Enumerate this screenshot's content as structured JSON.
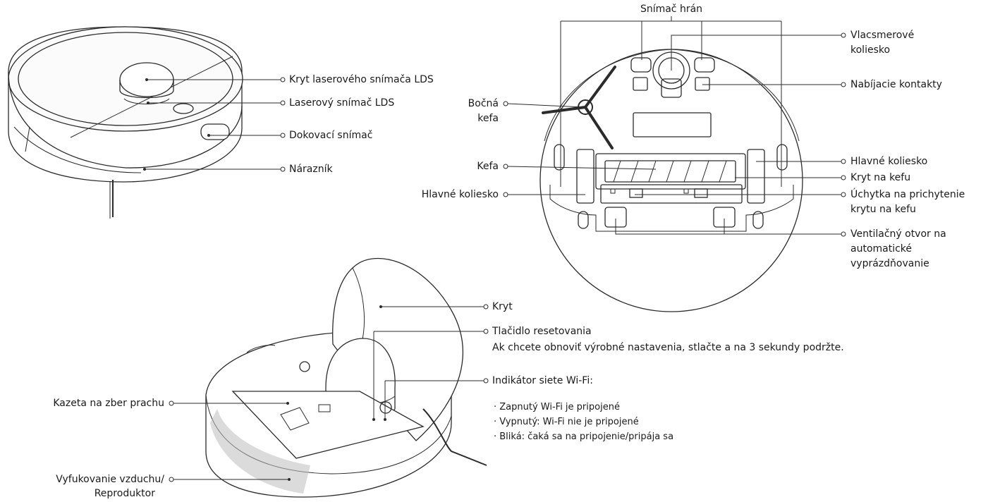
{
  "top_robot": {
    "labels": {
      "lds_cover": "Kryt laserového snímača LDS",
      "lds_sensor": "Laserový snímač LDS",
      "dock_sensor": "Dokovací snímač",
      "bumper": "Nárazník"
    }
  },
  "bottom_robot": {
    "labels": {
      "edge_sensor": "Snímač hrán",
      "omni_wheel_1": "Vlacsmerové",
      "omni_wheel_2": "koliesko",
      "charging_contacts": "Nabíjacie kontakty",
      "side_brush_1": "Bočná",
      "side_brush_2": "kefa",
      "main_wheel_right": "Hlavné koliesko",
      "brush": "Kefa",
      "brush_cover": "Kryt na kefu",
      "main_wheel_left": "Hlavné koliesko",
      "latch_1": "Úchytka na prichytenie",
      "latch_2": "krytu na kefu",
      "vent_1": "Ventilačný otvor na",
      "vent_2": "automatické",
      "vent_3": "vyprázdňovanie"
    }
  },
  "open_robot": {
    "labels": {
      "cover": "Kryt",
      "reset_button": "Tlačidlo resetovania",
      "reset_note": "Ak chcete obnoviť výrobné nastavenia, stlačte a na 3 sekundy podržte.",
      "wifi_indicator": "Indikátor siete Wi-Fi:",
      "wifi_on": "· Zapnutý Wi-Fi je pripojené",
      "wifi_off": "· Vypnutý: Wi-Fi nie je pripojené",
      "wifi_blink": "· Bliká: čaká sa na pripojenie/pripája sa",
      "dust_bin": "Kazeta na zber prachu",
      "exhaust_1": "Vyfukovanie vzduchu/",
      "exhaust_2": "Reproduktor"
    }
  }
}
